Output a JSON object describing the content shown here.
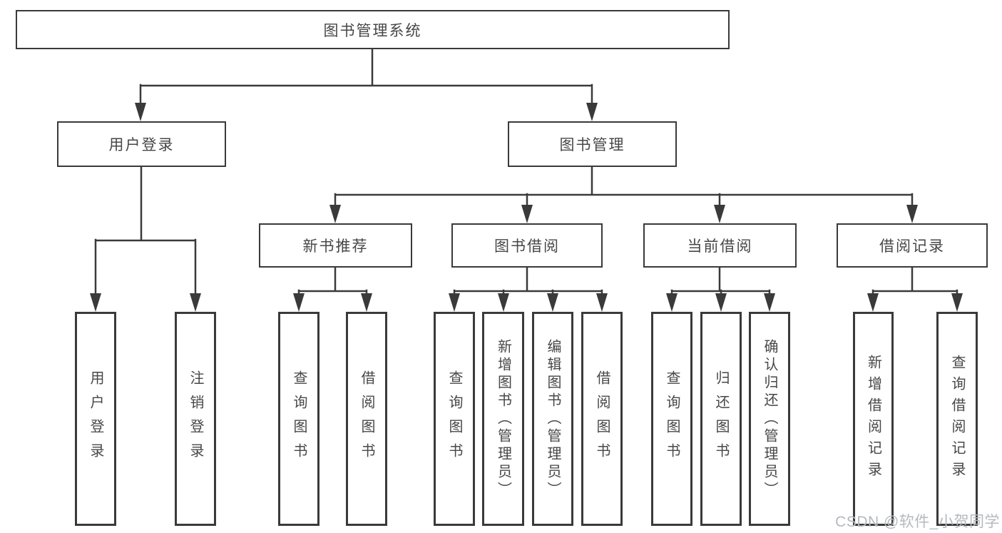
{
  "diagram": {
    "title": "图书管理系统",
    "tree": {
      "label": "图书管理系统",
      "children": [
        {
          "label": "用户登录",
          "children": [
            {
              "label": "用户登录"
            },
            {
              "label": "注销登录"
            }
          ]
        },
        {
          "label": "图书管理",
          "children": [
            {
              "label": "新书推荐",
              "children": [
                {
                  "label": "查询图书"
                },
                {
                  "label": "借阅图书"
                }
              ]
            },
            {
              "label": "图书借阅",
              "children": [
                {
                  "label": "查询图书"
                },
                {
                  "label": "新增图书（管理员）"
                },
                {
                  "label": "编辑图书（管理员）"
                },
                {
                  "label": "借阅图书"
                }
              ]
            },
            {
              "label": "当前借阅",
              "children": [
                {
                  "label": "查询图书"
                },
                {
                  "label": "归还图书"
                },
                {
                  "label": "确认归还（管理员）"
                }
              ]
            },
            {
              "label": "借阅记录",
              "children": [
                {
                  "label": "新增借阅记录"
                },
                {
                  "label": "查询借阅记录"
                }
              ]
            }
          ]
        }
      ]
    },
    "watermark": "CSDN @软件_小贺同学",
    "colors": {
      "line": "#3a3a3a",
      "box_background": "#ffffff",
      "text": "#474747",
      "watermark": "#b5b9be"
    }
  }
}
